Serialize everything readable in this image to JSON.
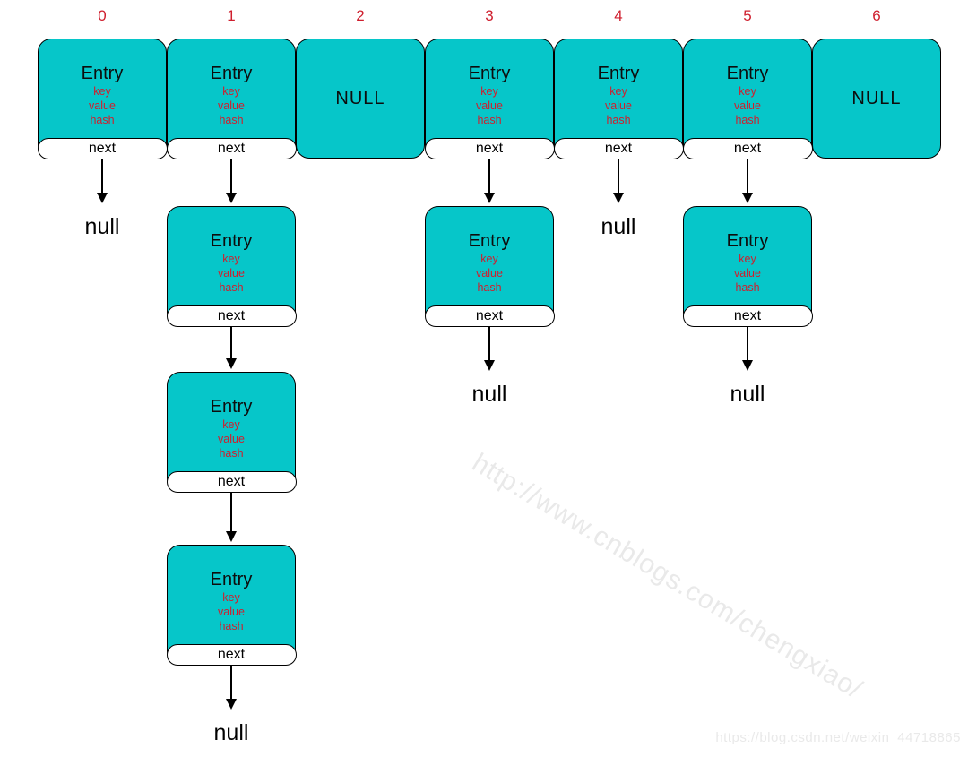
{
  "colors": {
    "box_fill": "#06c6c9",
    "red_text": "#cf1f2e",
    "watermark_gray": "#e9e9e9"
  },
  "indices": [
    "0",
    "1",
    "2",
    "3",
    "4",
    "5",
    "6"
  ],
  "entry_template": {
    "title": "Entry",
    "fields": [
      "key",
      "value",
      "hash"
    ],
    "next_label": "next"
  },
  "labels": {
    "null_box": "NULL",
    "null_ref": "null"
  },
  "buckets": [
    {
      "index": "0",
      "head": "entry",
      "chain_entries": 1,
      "tail": "null"
    },
    {
      "index": "1",
      "head": "entry",
      "chain_entries": 4,
      "tail": "null"
    },
    {
      "index": "2",
      "head": "null_box",
      "chain_entries": 0,
      "tail": null
    },
    {
      "index": "3",
      "head": "entry",
      "chain_entries": 2,
      "tail": "null"
    },
    {
      "index": "4",
      "head": "entry",
      "chain_entries": 1,
      "tail": "null"
    },
    {
      "index": "5",
      "head": "entry",
      "chain_entries": 2,
      "tail": "null"
    },
    {
      "index": "6",
      "head": "null_box",
      "chain_entries": 0,
      "tail": null
    }
  ],
  "watermark": "http://www.cnblogs.com/chengxiao/",
  "footer_url": "https://blog.csdn.net/weixin_44718865"
}
